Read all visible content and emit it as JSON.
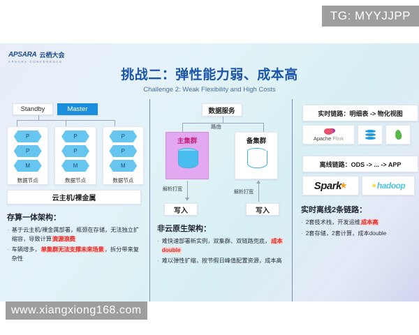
{
  "watermarks": {
    "top": "TG: MYYJJPP",
    "bottom": "www.xiangxiong168.com"
  },
  "slide": {
    "logo": {
      "brand": "APSARA",
      "brand_cn": "云栖大会",
      "sub": "APSARA CONFERENCE"
    },
    "title": "挑战二：弹性能力弱、成本高",
    "subtitle": "Challenge 2: Weak Flexibility and High Costs",
    "columns": {
      "left": {
        "diagram": {
          "standby": "Standby",
          "master": "Master",
          "nodes": [
            {
              "roles": [
                "P",
                "P",
                "M"
              ],
              "label": "数据节点"
            },
            {
              "roles": [
                "P",
                "P",
                "M"
              ],
              "label": "数据节点"
            },
            {
              "roles": [
                "P",
                "P",
                "M"
              ],
              "label": "数据节点"
            }
          ],
          "host_bar": "云主机/裸金属"
        },
        "bullets": {
          "title": "存算一体架构：",
          "items": [
            {
              "parts": [
                {
                  "t": "基于云主机/裸金属部署，瓶颈在存储，无法独立扩缩容，导致计算",
                  "hl": "none"
                },
                {
                  "t": "资源浪费",
                  "hl": "bg"
                }
              ]
            },
            {
              "parts": [
                {
                  "t": "车辆增多，",
                  "hl": "none"
                },
                {
                  "t": "单集群无法支撑未来场景",
                  "hl": "bg"
                },
                {
                  "t": "，拆分带来复杂性",
                  "hl": "none"
                }
              ]
            }
          ]
        }
      },
      "middle": {
        "diagram": {
          "service": "数据服务",
          "route_label": "路由",
          "primary_cluster": "主集群",
          "backup_cluster": "备集群",
          "parse_label_left": "解析打宽",
          "parse_label_right": "解析打宽",
          "write_left": "写入",
          "write_right": "写入"
        },
        "bullets": {
          "title": "非云原生架构：",
          "items": [
            {
              "parts": [
                {
                  "t": "难快速部署新实例，双集群、双链路兜底，",
                  "hl": "none"
                },
                {
                  "t": "成本double",
                  "hl": "bg"
                }
              ]
            },
            {
              "parts": [
                {
                  "t": "难以弹性扩缩，按节假日峰值配置资源，成本高",
                  "hl": "none"
                }
              ]
            }
          ]
        }
      },
      "right": {
        "realtime_link": "实时链路：明细表 -> 物化视图",
        "realtime_logos": [
          "Apache Flink",
          "Database",
          "MongoDB"
        ],
        "offline_link": "离线链路：ODS -> ... -> APP",
        "offline_logos": [
          "Spark",
          "hadoop"
        ],
        "logo_text": {
          "flink_1": "Apache",
          "flink_2": "Flink",
          "spark": "Spark",
          "hadoop": "hadoop"
        },
        "bullets": {
          "title": "实时离线2条链路：",
          "items": [
            {
              "parts": [
                {
                  "t": "2套技术栈，开发运维",
                  "hl": "none"
                },
                {
                  "t": "成本高",
                  "hl": "bg"
                }
              ]
            },
            {
              "parts": [
                {
                  "t": "2套存储，2套计算，成本double",
                  "hl": "none"
                }
              ]
            }
          ]
        }
      }
    }
  },
  "colors": {
    "title": "#1b56a8",
    "master": "#1b8ede",
    "highlight": "#e02b28",
    "highlight_bg": "#f9d3d2",
    "primary_cluster": "#e2a8f0",
    "node": "#66c6f0"
  }
}
